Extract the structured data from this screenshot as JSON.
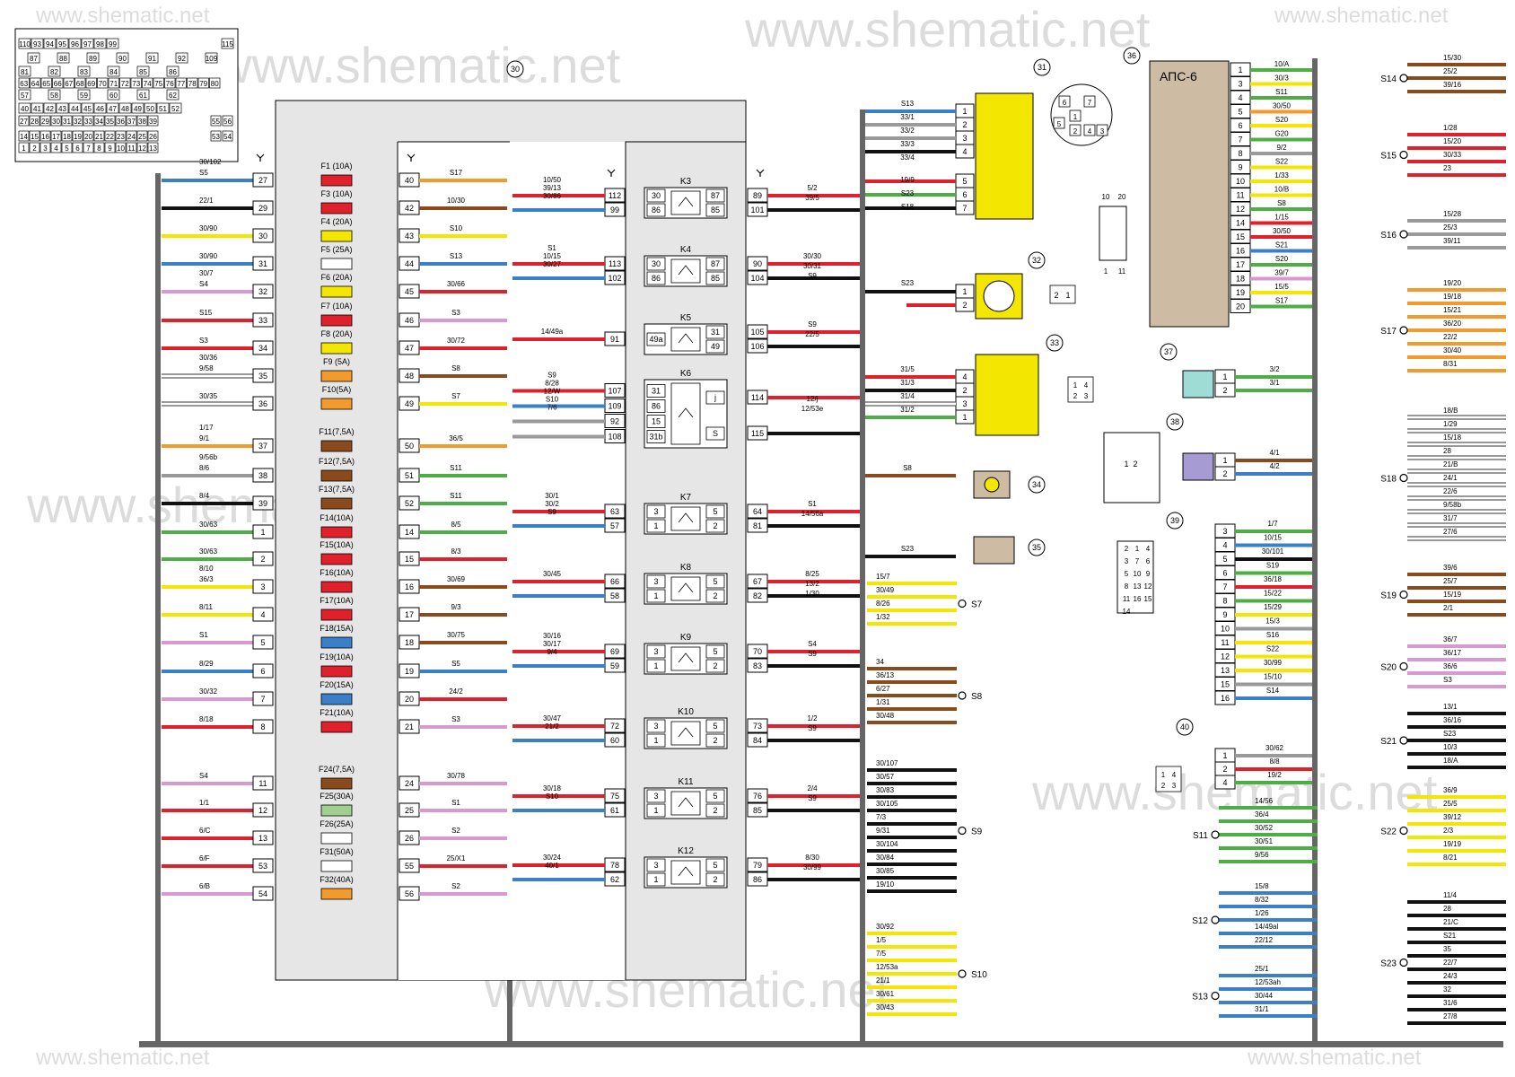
{
  "watermark": "www.shematic.net",
  "colors": {
    "yellow": "#f3e600",
    "red": "#e0202a",
    "blue": "#3a7fc8",
    "green": "#4cae43",
    "brown": "#8b4a1c",
    "orange": "#f39a2d",
    "pink": "#d898d0",
    "gray": "#9a9a9a",
    "black": "#111111",
    "white": "#ffffff",
    "beige": "#cdbba3",
    "teal": "#9fdcd6",
    "violet": "#a69bd2",
    "fuse_green": "#9fd08f"
  },
  "connector_grid": {
    "rows": [
      [
        "110",
        "93",
        "94",
        "95",
        "96",
        "97",
        "98",
        "99",
        "115"
      ],
      [
        "87",
        "88",
        "89",
        "90",
        "91",
        "92",
        "109"
      ],
      [
        "81",
        "82",
        "83",
        "84",
        "85",
        "86"
      ],
      [
        "63",
        "64",
        "65",
        "66",
        "67",
        "68",
        "69",
        "70",
        "71",
        "72",
        "73",
        "74",
        "75",
        "76",
        "77",
        "78",
        "79",
        "80"
      ],
      [
        "57",
        "58",
        "59",
        "60",
        "61",
        "62"
      ],
      [
        "40",
        "41",
        "42",
        "43",
        "44",
        "45",
        "46",
        "47",
        "48",
        "49",
        "50",
        "51",
        "52"
      ],
      [
        "27",
        "28",
        "29",
        "30",
        "31",
        "32",
        "33",
        "34",
        "35",
        "36",
        "37",
        "38",
        "39",
        "55",
        "56"
      ],
      [
        "14",
        "15",
        "16",
        "17",
        "18",
        "19",
        "20",
        "21",
        "22",
        "23",
        "24",
        "25",
        "26",
        "53",
        "54"
      ],
      [
        "1",
        "2",
        "3",
        "4",
        "5",
        "6",
        "7",
        "8",
        "9",
        "10",
        "11",
        "12",
        "13"
      ]
    ]
  },
  "fuse_block": {
    "number": "30",
    "fuses": [
      {
        "label": "F1 (10A)",
        "color": "red",
        "in_pin": "27",
        "in_wires": [
          "30/102",
          "S5"
        ],
        "in_color": "blue",
        "out_pin": "40",
        "out_wire": "S17",
        "out_color": "orange"
      },
      {
        "label": "F3 (10A)",
        "color": "red",
        "in_pin": "29",
        "in_wires": [
          "22/1"
        ],
        "in_color": "black",
        "out_pin": "42",
        "out_wire": "10/30",
        "out_color": "brown"
      },
      {
        "label": "F4 (20A)",
        "color": "yellow",
        "in_pin": "30",
        "in_wires": [
          "30/90"
        ],
        "in_color": "yellow",
        "out_pin": "43",
        "out_wire": "S10",
        "out_color": "yellow"
      },
      {
        "label": "F5 (25A)",
        "color": "white",
        "in_pin": "31",
        "in_wires": [
          "30/90"
        ],
        "in_color": "blue",
        "out_pin": "44",
        "out_wire": "S13",
        "out_color": "blue"
      },
      {
        "label": "F6 (20A)",
        "color": "yellow",
        "in_pin": "32",
        "in_wires": [
          "30/7",
          "S4"
        ],
        "in_color": "pink",
        "out_pin": "45",
        "out_wire": "30/66",
        "out_color": "red"
      },
      {
        "label": "F7 (10A)",
        "color": "red",
        "in_pin": "33",
        "in_wires": [
          "S15"
        ],
        "in_color": "red",
        "out_pin": "46",
        "out_wire": "S3",
        "out_color": "pink"
      },
      {
        "label": "F8 (20A)",
        "color": "yellow",
        "in_pin": "34",
        "in_wires": [
          "S3"
        ],
        "in_color": "red",
        "out_pin": "47",
        "out_wire": "30/72",
        "out_color": "red"
      },
      {
        "label": "F9 (5A)",
        "color": "orange",
        "in_pin": "35",
        "in_wires": [
          "30/36",
          "9/58"
        ],
        "in_color": "white",
        "out_pin": "48",
        "out_wire": "S8",
        "out_color": "brown"
      },
      {
        "label": "F10(5A)",
        "color": "orange",
        "in_pin": "36",
        "in_wires": [
          "30/35"
        ],
        "in_color": "white",
        "out_pin": "49",
        "out_wire": "S7",
        "out_color": "yellow"
      },
      {
        "label": "F11(7,5A)",
        "color": "brown",
        "in_pin": "37",
        "in_wires": [
          "1/17",
          "9/1"
        ],
        "in_color": "orange",
        "out_pin": "50",
        "out_wire": "36/5",
        "out_color": "orange"
      },
      {
        "label": "F12(7,5A)",
        "color": "brown",
        "in_pin": "38",
        "in_wires": [
          "9/56b",
          "8/6"
        ],
        "in_color": "gray",
        "out_pin": "51",
        "out_wire": "S11",
        "out_color": "green"
      },
      {
        "label": "F13(7,5A)",
        "color": "brown",
        "in_pin": "39",
        "in_wires": [
          "8/4"
        ],
        "in_color": "black",
        "out_pin": "52",
        "out_wire": "S11",
        "out_color": "green"
      },
      {
        "label": "F14(10A)",
        "color": "red",
        "in_pin": "1",
        "in_wires": [
          "30/63"
        ],
        "in_color": "green",
        "out_pin": "14",
        "out_wire": "8/5",
        "out_color": "green"
      },
      {
        "label": "F15(10A)",
        "color": "red",
        "in_pin": "2",
        "in_wires": [
          "30/63"
        ],
        "in_color": "green",
        "out_pin": "15",
        "out_wire": "8/3",
        "out_color": "red"
      },
      {
        "label": "F16(10A)",
        "color": "red",
        "in_pin": "3",
        "in_wires": [
          "8/10",
          "36/3"
        ],
        "in_color": "yellow",
        "out_pin": "16",
        "out_wire": "30/69",
        "out_color": "brown"
      },
      {
        "label": "F17(10A)",
        "color": "red",
        "in_pin": "4",
        "in_wires": [
          "8/11"
        ],
        "in_color": "yellow",
        "out_pin": "17",
        "out_wire": "9/3",
        "out_color": "brown"
      },
      {
        "label": "F18(15A)",
        "color": "blue",
        "in_pin": "5",
        "in_wires": [
          "S1"
        ],
        "in_color": "pink",
        "out_pin": "18",
        "out_wire": "30/75",
        "out_color": "brown"
      },
      {
        "label": "F19(10A)",
        "color": "red",
        "in_pin": "6",
        "in_wires": [
          "8/29"
        ],
        "in_color": "blue",
        "out_pin": "19",
        "out_wire": "S5",
        "out_color": "blue"
      },
      {
        "label": "F20(15A)",
        "color": "blue",
        "in_pin": "7",
        "in_wires": [
          "30/32"
        ],
        "in_color": "pink",
        "out_pin": "20",
        "out_wire": "24/2",
        "out_color": "red"
      },
      {
        "label": "F21(10A)",
        "color": "red",
        "in_pin": "8",
        "in_wires": [
          "8/18"
        ],
        "in_color": "red",
        "out_pin": "21",
        "out_wire": "S3",
        "out_color": "pink"
      },
      {
        "label": "F24(7,5A)",
        "color": "brown",
        "in_pin": "11",
        "in_wires": [
          "S4"
        ],
        "in_color": "pink",
        "out_pin": "24",
        "out_wire": "30/78",
        "out_color": "pink"
      },
      {
        "label": "F25(30A)",
        "color": "fuse_green",
        "in_pin": "12",
        "in_wires": [
          "1/1"
        ],
        "in_color": "red",
        "out_pin": "25",
        "out_wire": "S1",
        "out_color": "pink"
      },
      {
        "label": "F26(25A)",
        "color": "white",
        "in_pin": "13",
        "in_wires": [
          "6/C"
        ],
        "in_color": "red",
        "out_pin": "26",
        "out_wire": "S2",
        "out_color": "pink"
      },
      {
        "label": "F31(50A)",
        "color": "white",
        "in_pin": "53",
        "in_wires": [
          "6/F"
        ],
        "in_color": "red",
        "out_pin": "55",
        "out_wire": "25/X1",
        "out_color": "red"
      },
      {
        "label": "F32(40A)",
        "color": "orange",
        "in_pin": "54",
        "in_wires": [
          "6/B"
        ],
        "in_color": "pink",
        "out_pin": "56",
        "out_wire": "S2",
        "out_color": "pink"
      }
    ]
  },
  "relays": [
    {
      "label": "K3",
      "in_pins": [
        "112",
        "99"
      ],
      "in_wires": [
        "10/50",
        "39/13",
        "30/86"
      ],
      "rp_in": [
        "30",
        "86"
      ],
      "rp_out": [
        "87",
        "85"
      ],
      "out_pins": [
        "89",
        "101"
      ],
      "out_wires": [
        "5/2",
        "39/5"
      ]
    },
    {
      "label": "K4",
      "in_pins": [
        "113",
        "102"
      ],
      "in_wires": [
        "S1",
        "10/15",
        "30/27"
      ],
      "rp_in": [
        "30",
        "86"
      ],
      "rp_out": [
        "87",
        "85"
      ],
      "out_pins": [
        "90",
        "104"
      ],
      "out_wires": [
        "30/30",
        "30/31",
        "S9"
      ]
    },
    {
      "label": "K5",
      "in_pins": [
        "91"
      ],
      "in_wires": [
        "14/49a"
      ],
      "rp_in": [
        "49a"
      ],
      "rp_out": [
        "31",
        "49"
      ],
      "out_pins": [
        "105",
        "106"
      ],
      "out_wires": [
        "S9",
        "22/5"
      ]
    },
    {
      "label": "K6",
      "in_pins": [
        "107",
        "109",
        "92",
        "108"
      ],
      "in_wires": [
        "S9",
        "8/28",
        "12/W",
        "S10",
        "7/6"
      ],
      "rp_in": [
        "31",
        "86",
        "15",
        "31b"
      ],
      "rp_out": [
        "j",
        "S"
      ],
      "out_pins": [
        "114",
        "115"
      ],
      "out_wires": [
        "12/j",
        "12/53e"
      ]
    },
    {
      "label": "K7",
      "in_pins": [
        "63",
        "57"
      ],
      "in_wires": [
        "30/1",
        "30/2",
        "S9"
      ],
      "rp_in": [
        "3",
        "1"
      ],
      "rp_out": [
        "5",
        "2"
      ],
      "out_pins": [
        "64",
        "81"
      ],
      "out_wires": [
        "S1",
        "14/56a"
      ]
    },
    {
      "label": "K8",
      "in_pins": [
        "66",
        "58"
      ],
      "in_wires": [
        "30/45"
      ],
      "rp_in": [
        "3",
        "1"
      ],
      "rp_out": [
        "5",
        "2"
      ],
      "out_pins": [
        "67",
        "82"
      ],
      "out_wires": [
        "8/25",
        "13/2",
        "1/30"
      ]
    },
    {
      "label": "K9",
      "in_pins": [
        "69",
        "59"
      ],
      "in_wires": [
        "30/16",
        "30/17",
        "9/4"
      ],
      "rp_in": [
        "3",
        "1"
      ],
      "rp_out": [
        "5",
        "2"
      ],
      "out_pins": [
        "70",
        "83"
      ],
      "out_wires": [
        "S4",
        "S9"
      ]
    },
    {
      "label": "K10",
      "in_pins": [
        "72",
        "60"
      ],
      "in_wires": [
        "30/47",
        "21/2"
      ],
      "rp_in": [
        "3",
        "1"
      ],
      "rp_out": [
        "5",
        "2"
      ],
      "out_pins": [
        "73",
        "84"
      ],
      "out_wires": [
        "1/2",
        "S9"
      ]
    },
    {
      "label": "K11",
      "in_pins": [
        "75",
        "61"
      ],
      "in_wires": [
        "30/18",
        "S10"
      ],
      "rp_in": [
        "3",
        "1"
      ],
      "rp_out": [
        "5",
        "2"
      ],
      "out_pins": [
        "76",
        "85"
      ],
      "out_wires": [
        "2/4",
        "S9"
      ]
    },
    {
      "label": "K12",
      "in_pins": [
        "78",
        "62"
      ],
      "in_wires": [
        "30/24",
        "40/1"
      ],
      "rp_in": [
        "3",
        "1"
      ],
      "rp_out": [
        "5",
        "2"
      ],
      "out_pins": [
        "79",
        "86"
      ],
      "out_wires": [
        "8/30",
        "30/99"
      ]
    }
  ],
  "components": {
    "c31": {
      "number": "31",
      "wires": [
        "S13",
        "33/1",
        "33/2",
        "33/3",
        "33/4",
        "19/9",
        "S23",
        "S18"
      ],
      "pins": [
        "1",
        "2",
        "3",
        "4",
        "5",
        "6",
        "7"
      ],
      "plug_pins": [
        "6",
        "7",
        "5",
        "1",
        "2",
        "4",
        "3"
      ]
    },
    "c32": {
      "number": "32",
      "wires": [
        "S23"
      ],
      "pins": [
        "1",
        "2"
      ],
      "plug_pins": [
        "2",
        "1"
      ]
    },
    "c33": {
      "number": "33",
      "wires": [
        "31/5",
        "31/3",
        "31/4",
        "31/2"
      ],
      "pins": [
        "4",
        "2",
        "3",
        "1"
      ],
      "plug_pins": [
        "1",
        "4",
        "2",
        "3"
      ]
    },
    "c34": {
      "number": "34",
      "wires": [
        "S8"
      ]
    },
    "c35": {
      "number": "35",
      "wires": [
        "S23"
      ]
    },
    "c36": {
      "number": "36",
      "title": "АПС-6",
      "wires": [
        "10/A",
        "30/3",
        "S11",
        "30/50",
        "S20",
        "G20",
        "9/2",
        "S22",
        "1/33",
        "10/B",
        "S8",
        "1/15",
        "30/50",
        "S21",
        "S20",
        "39/7",
        "15/5",
        "S17"
      ],
      "pins": [
        "1",
        "3",
        "4",
        "5",
        "6",
        "7",
        "8",
        "9",
        "10",
        "11",
        "12",
        "14",
        "15",
        "16",
        "17",
        "18",
        "19",
        "20"
      ]
    },
    "c37": {
      "number": "37",
      "wires": [
        "3/2",
        "3/1"
      ],
      "pins": [
        "1",
        "2"
      ],
      "plug_pins": [
        "2",
        "1"
      ]
    },
    "c38": {
      "number": "38",
      "wires": [
        "4/1",
        "4/2"
      ],
      "pins": [
        "1",
        "2"
      ],
      "plug_pins": [
        "1",
        "2"
      ]
    },
    "c39": {
      "number": "39",
      "wires": [
        "1/7",
        "10/15",
        "30/101",
        "S19",
        "36/18",
        "15/22",
        "15/29",
        "15/3",
        "S16",
        "S22",
        "30/99",
        "15/10",
        "S14"
      ],
      "pins": [
        "3",
        "4",
        "5",
        "6",
        "7",
        "8",
        "9",
        "10",
        "11",
        "12",
        "13",
        "15",
        "16"
      ],
      "plug_pins": [
        "2",
        "1",
        "4",
        "3",
        "7",
        "6",
        "5",
        "10",
        "9",
        "8",
        "13",
        "12",
        "11",
        "16",
        "15",
        "14"
      ]
    },
    "c40": {
      "number": "40",
      "wires": [
        "30/62",
        "8/8",
        "19/2"
      ],
      "pins": [
        "1",
        "2",
        "4"
      ],
      "plug_pins": [
        "1",
        "4",
        "2",
        "3"
      ]
    },
    "diag": {
      "pins_top": [
        "10",
        "20"
      ],
      "pins_bottom": [
        "1",
        "11"
      ]
    }
  },
  "splices": {
    "S7": {
      "label": "S7",
      "wires": [
        "15/7",
        "30/49",
        "8/26",
        "1/32"
      ]
    },
    "S8": {
      "label": "S8",
      "wires": [
        "34",
        "36/13",
        "6/27",
        "1/31",
        "30/48"
      ]
    },
    "S9": {
      "label": "S9",
      "wires": [
        "30/107",
        "30/57",
        "30/83",
        "30/105",
        "7/3",
        "9/31",
        "30/104",
        "30/84",
        "30/85",
        "19/10"
      ]
    },
    "S10": {
      "label": "S10",
      "wires": [
        "30/92",
        "1/5",
        "7/5",
        "12/53a",
        "21/1",
        "30/61",
        "30/43"
      ]
    },
    "S11": {
      "label": "S11",
      "wires": [
        "14/56",
        "36/4",
        "30/52",
        "30/51",
        "9/56"
      ]
    },
    "S12": {
      "label": "S12",
      "wires": [
        "15/8",
        "8/32",
        "1/26",
        "14/49al",
        "22/12"
      ]
    },
    "S13": {
      "label": "S13",
      "wires": [
        "25/1",
        "12/53ah",
        "30/44",
        "31/1"
      ]
    },
    "S14": {
      "label": "S14",
      "wires": [
        "15/30",
        "25/2",
        "39/16"
      ]
    },
    "S15": {
      "label": "S15",
      "wires": [
        "1/28",
        "15/20",
        "30/33",
        "23"
      ]
    },
    "S16": {
      "label": "S16",
      "wires": [
        "15/28",
        "25/3",
        "39/11"
      ]
    },
    "S17": {
      "label": "S17",
      "wires": [
        "19/20",
        "19/18",
        "15/21",
        "36/20",
        "22/2",
        "30/40",
        "8/31"
      ]
    },
    "S18": {
      "label": "S18",
      "wires": [
        "18/B",
        "1/29",
        "15/18",
        "28",
        "21/B",
        "24/1",
        "22/6",
        "9/58b",
        "31/7",
        "27/6"
      ]
    },
    "S19": {
      "label": "S19",
      "wires": [
        "39/6",
        "25/7",
        "15/19",
        "2/1"
      ]
    },
    "S20": {
      "label": "S20",
      "wires": [
        "36/7",
        "36/17",
        "36/6",
        "S3"
      ]
    },
    "S21": {
      "label": "S21",
      "wires": [
        "13/1",
        "36/16",
        "S23",
        "10/3",
        "18/A"
      ]
    },
    "S22": {
      "label": "S22",
      "wires": [
        "36/9",
        "25/5",
        "39/12",
        "2/3",
        "19/19",
        "8/21"
      ]
    },
    "S23": {
      "label": "S23",
      "wires": [
        "11/4",
        "28",
        "21/C",
        "S21",
        "35",
        "22/7",
        "24/3",
        "32",
        "31/6",
        "27/8"
      ]
    }
  }
}
